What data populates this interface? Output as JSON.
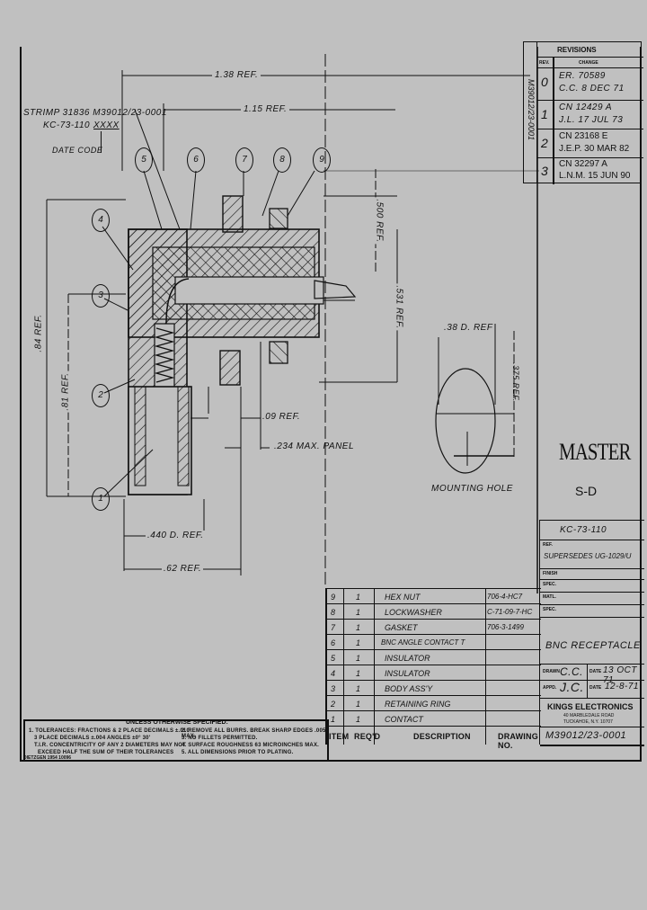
{
  "drawing": {
    "top_notes": {
      "strip_note": "STRIMP 31836 M39012/23-0001",
      "part_marking": "KC-73-110 .",
      "marking_code": "XXXX",
      "date_code": "DATE CODE"
    },
    "dimensions": {
      "overall_length": "1.38 REF.",
      "body_length": "1.15 REF.",
      "left_height_1": ".84 REF.",
      "left_height_2": ".81 REF.",
      "right_height_1": ".500 REF.",
      "right_height_2": ".531 REF.",
      "panel_gap": ".09 REF.",
      "max_panel": ".234 MAX. PANEL",
      "inner_dia": ".440 D. REF.",
      "outer_dia": ".62 REF.",
      "mount_dia": ".38 D. REF",
      "mount_height": ".375 REF."
    },
    "balloons": [
      "1",
      "2",
      "3",
      "4",
      "5",
      "6",
      "7",
      "8",
      "9"
    ],
    "mounting_hole_label": "MOUNTING HOLE",
    "stamp": {
      "main": "MASTER",
      "sub": "S-D"
    }
  },
  "revisions": {
    "title": "REVISIONS",
    "col_rev": "REV.",
    "col_change": "CHANGE",
    "side_text": "M39012/23-0001",
    "rows": [
      {
        "rev": "0",
        "line1": "ER. 70589",
        "line2": "C.C. 8 DEC 71"
      },
      {
        "rev": "1",
        "line1": "CN 12429 A",
        "line2": "J.L. 17 JUL 73"
      },
      {
        "rev": "2",
        "line1": "CN 23168 E",
        "line2": "J.E.P. 30 MAR 82"
      },
      {
        "rev": "3",
        "line1": "CN 32297 A",
        "line2": "L.N.M. 15 JUN 90"
      }
    ]
  },
  "bom": {
    "rows": [
      {
        "item": "9",
        "qty": "1",
        "desc": "HEX NUT",
        "dwg": "706-4-HC7"
      },
      {
        "item": "8",
        "qty": "1",
        "desc": "LOCKWASHER",
        "dwg": "C-71-09-7-HC"
      },
      {
        "item": "7",
        "qty": "1",
        "desc": "GASKET",
        "dwg": "706-3-1499"
      },
      {
        "item": "6",
        "qty": "1",
        "desc": "BNC ANGLE CONTACT T",
        "dwg": ""
      },
      {
        "item": "5",
        "qty": "1",
        "desc": "INSULATOR",
        "dwg": ""
      },
      {
        "item": "4",
        "qty": "1",
        "desc": "INSULATOR",
        "dwg": ""
      },
      {
        "item": "3",
        "qty": "1",
        "desc": "BODY ASS'Y",
        "dwg": ""
      },
      {
        "item": "2",
        "qty": "1",
        "desc": "RETAINING RING",
        "dwg": ""
      },
      {
        "item": "1",
        "qty": "1",
        "desc": "CONTACT",
        "dwg": ""
      }
    ],
    "footer": {
      "item": "ITEM",
      "qty": "REQ'D",
      "desc": "DESCRIPTION",
      "dwg": "DRAWING NO."
    }
  },
  "title_block": {
    "part_no": "KC-73-110",
    "supersedes_label": "REF.",
    "supersedes": "SUPERSEDES UG-1029/U",
    "labels": {
      "finish": "FINISH",
      "spec1": "SPEC.",
      "matl": "MATL.",
      "spec2": "SPEC."
    },
    "title": "BNC RECEPTACLE",
    "drawn_label": "DRAWN",
    "drawn_by": "C.C.",
    "drawn_date_label": "DATE",
    "drawn_date": "13 OCT 71",
    "appd_label": "APPD.",
    "appd_by": "J.C.",
    "appd_date_label": "DATE",
    "appd_date": "12-8-71",
    "company": "KINGS ELECTRONICS",
    "company_addr1": "40 MARBLEDALE ROAD",
    "company_addr2": "TUCKAHOE, N.Y. 10707",
    "drawing_no": "M39012/23-0001"
  },
  "notes": {
    "header": "UNLESS OTHERWISE SPECIFIED:",
    "left": [
      "1. TOLERANCES: FRACTIONS & 2 PLACE DECIMALS ±.010",
      "3 PLACE DECIMALS ±.004          ANGLES ±0° 30'",
      "T.I.R. CONCENTRICITY OF ANY 2 DIAMETERS MAY NOT",
      "EXCEED HALF THE SUM OF THEIR TOLERANCES"
    ],
    "right": [
      "2. REMOVE ALL BURRS. BREAK SHARP EDGES .005 MAX.",
      "3. NO FILLETS PERMITTED.",
      "4. SURFACE ROUGHNESS 63 MICROINCHES MAX.",
      "5. ALL DIMENSIONS PRIOR TO PLATING."
    ],
    "form_no": "DIETZGEN 1954   10096"
  }
}
